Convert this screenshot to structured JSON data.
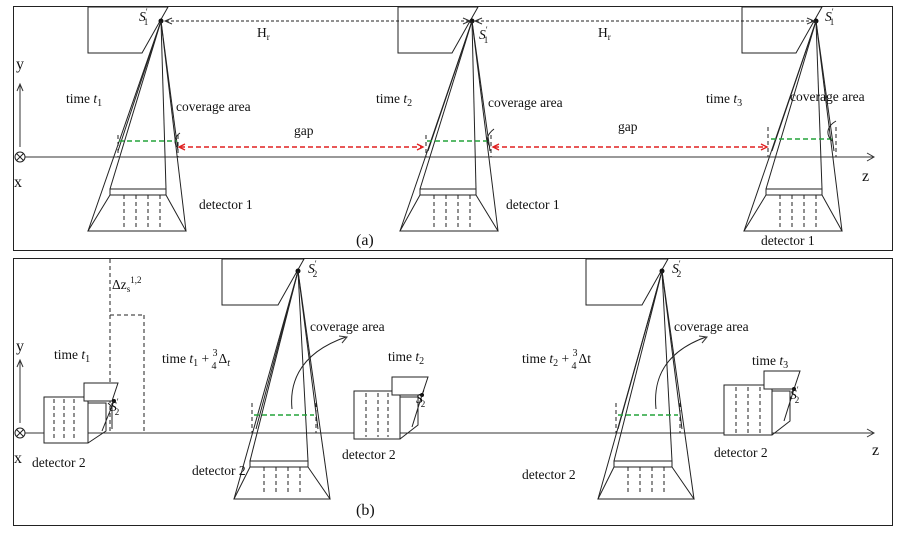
{
  "panel_a": {
    "label": "(a)",
    "axis_y": "y",
    "axis_x": "x",
    "axis_z": "z",
    "source": "S",
    "source_sup": "′",
    "source_sub": "1",
    "hr": "H",
    "hr_sub": "r",
    "gap": "gap",
    "coverage": "coverage area",
    "time_word": "time",
    "t_letter": "t",
    "times": [
      "1",
      "2",
      "3"
    ],
    "detector": "detector 1"
  },
  "panel_b": {
    "label": "(b)",
    "axis_y": "y",
    "axis_x": "x",
    "axis_z": "z",
    "source": "S",
    "source_sup": "′",
    "source_sub": "2",
    "delta_z": "Δz",
    "delta_z_sub": "s",
    "delta_z_sup": "1,2",
    "coverage": "coverage area",
    "time_word": "time",
    "t_letter": "t",
    "times": [
      "1",
      "2",
      "3"
    ],
    "plus": " + ",
    "frac_num": "3",
    "frac_den": "4",
    "delta_t": "Δ",
    "delta_t_sub": "t",
    "delta_t2": "Δt",
    "detector": "detector 2"
  }
}
